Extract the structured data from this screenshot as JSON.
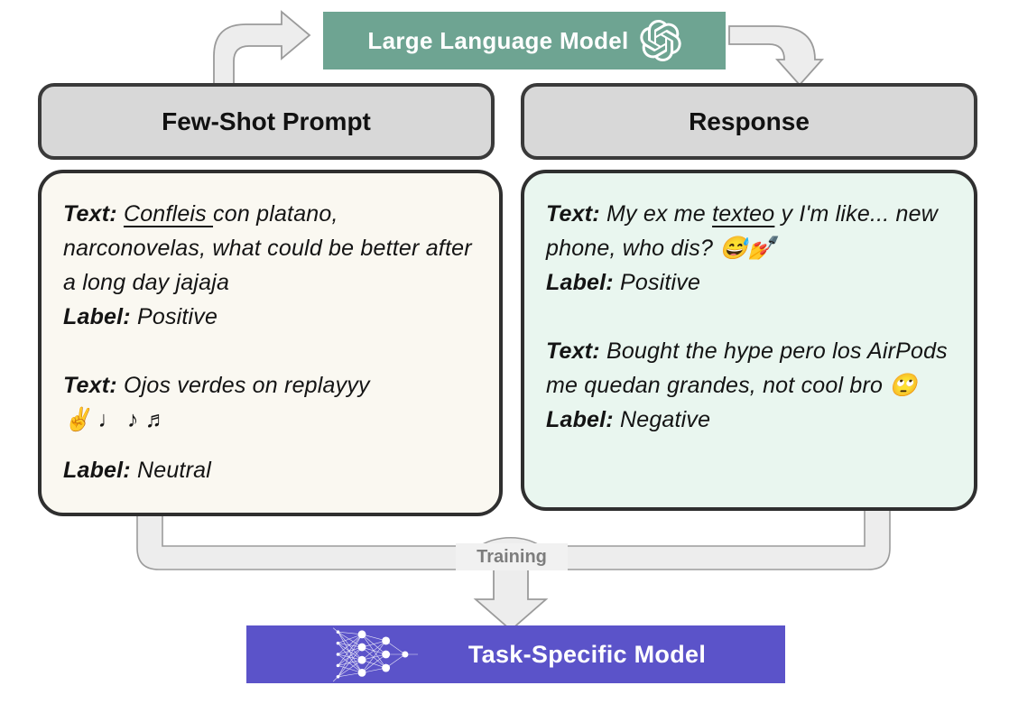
{
  "llm": {
    "label": "Large Language Model",
    "logo": "openai-logo-icon",
    "bg_color": "#6EA492"
  },
  "few_shot_prompt": {
    "title": "Few-Shot Prompt",
    "bg_color": "#FAF8F1",
    "examples": [
      {
        "text_label": "Text: ",
        "underlined": "Confleis ",
        "text_after": "con platano, narconovelas, what could be better after a long day jajaja",
        "label_label": "Label: ",
        "label_value": "Positive"
      },
      {
        "text_label": "Text: ",
        "text_after": "Ojos verdes on replayyy",
        "emoji_line": "✌️ ♩ ♪ ♬",
        "label_label": "Label: ",
        "label_value": "Neutral"
      }
    ]
  },
  "response": {
    "title": "Response",
    "bg_color": "#E9F6EF",
    "examples": [
      {
        "text_label": "Text: ",
        "text_before": "My ex me ",
        "underlined": "texteo",
        "text_after": " y I'm like... new phone, who dis? 😅💅",
        "label_label": "Label: ",
        "label_value": "Positive"
      },
      {
        "text_label": "Text: ",
        "text_after": "Bought the hype pero los AirPods me quedan grandes, not cool bro 🙄",
        "label_label": "Label: ",
        "label_value": "Negative"
      }
    ]
  },
  "training": {
    "label": "Training",
    "text_color": "#7D7D7D"
  },
  "task_model": {
    "label": "Task-Specific Model",
    "icon": "neural-network-icon",
    "bg_color": "#5B53C9"
  },
  "colors": {
    "header_gray": "#D8D8D8",
    "border_dark": "#2F2F2F",
    "arrow_fill": "#EDEDED",
    "arrow_stroke": "#9B9B9B"
  }
}
